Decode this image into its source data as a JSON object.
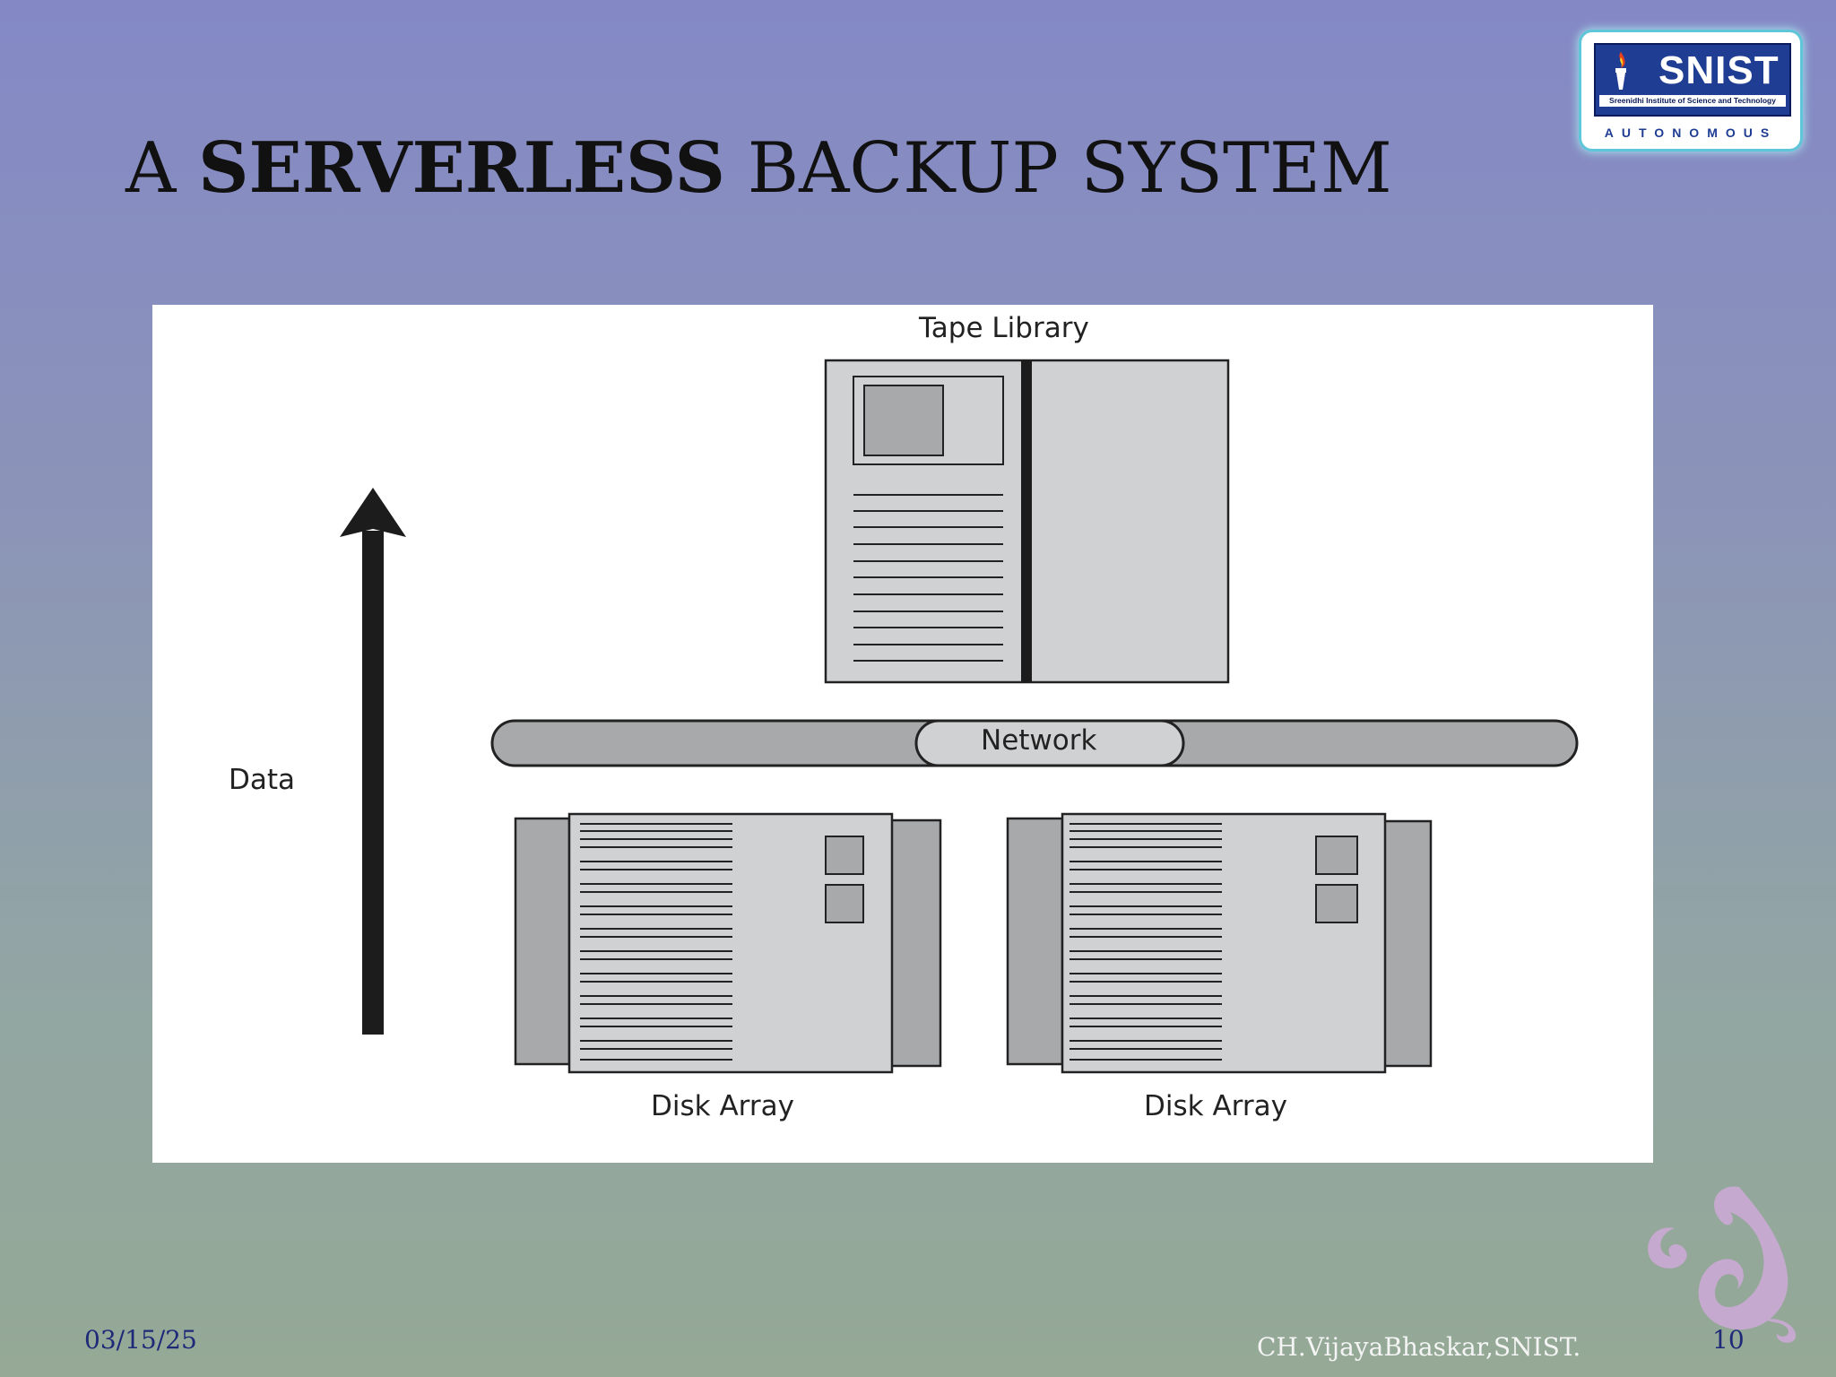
{
  "slide": {
    "title_prefix": "A ",
    "title_bold": "SERVERLESS",
    "title_suffix": " BACKUP SYSTEM"
  },
  "logo": {
    "name": "SNIST",
    "subtitle": "Sreenidhi Institute of Science and Technology",
    "tagline": "AUTONOMOUS"
  },
  "diagram": {
    "tape_library_label": "Tape Library",
    "network_label": "Network",
    "data_label": "Data",
    "disk_array_1_label": "Disk Array",
    "disk_array_2_label": "Disk Array",
    "arrow_direction": "up"
  },
  "footer": {
    "date": "03/15/25",
    "author": "CH.VijayaBhaskar,SNIST.",
    "page_number": "10"
  }
}
